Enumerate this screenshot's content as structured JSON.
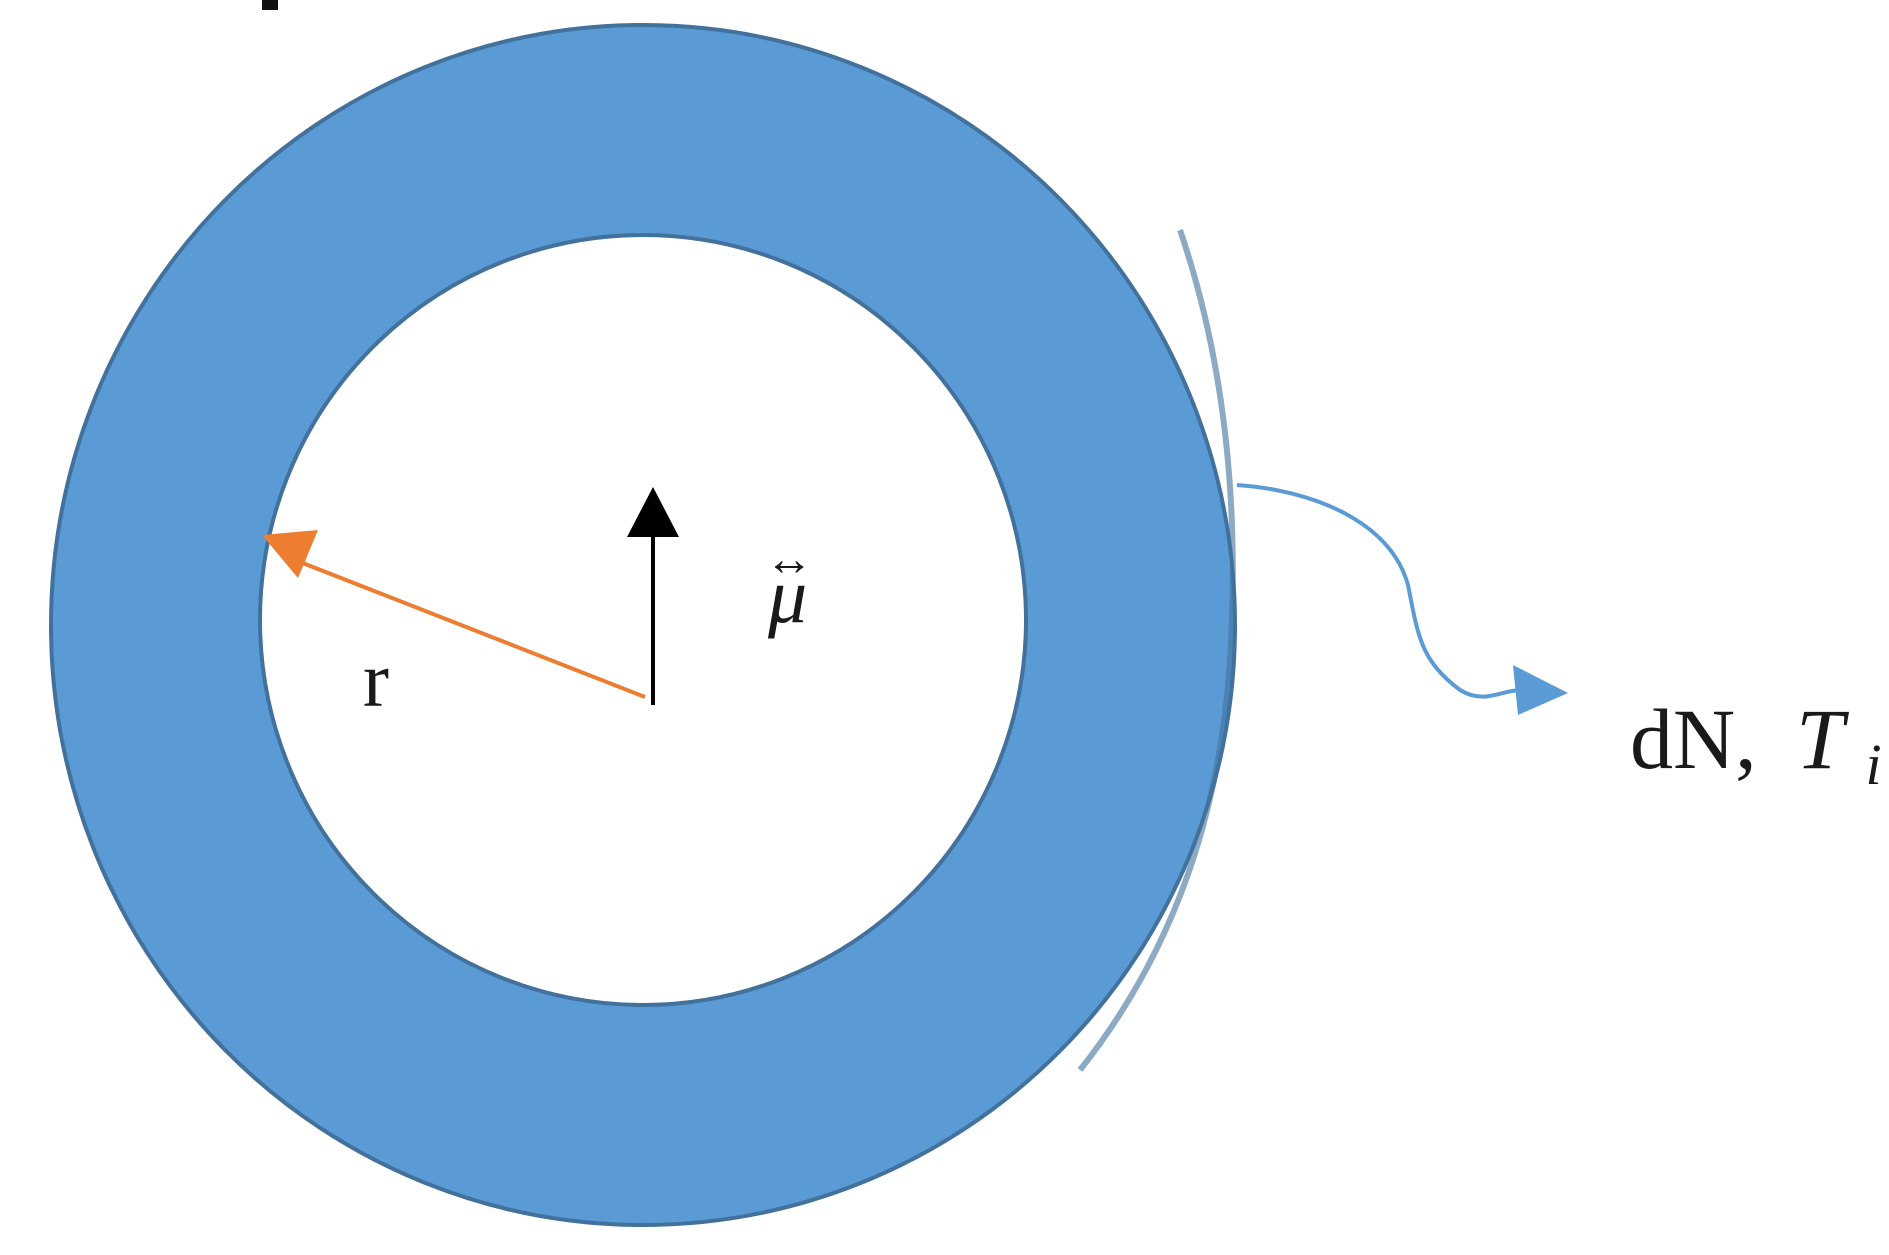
{
  "diagram": {
    "labels": {
      "radius": "r",
      "moment_symbol": "μ",
      "moment_accent": "↔",
      "output_main": "dN,",
      "output_temp_symbol": "T",
      "output_temp_subscript": "i"
    },
    "colors": {
      "shell_fill": "#5b9bd5",
      "shell_stroke": "#41719c",
      "core_fill": "#ffffff",
      "radius_arrow": "#ed7d31",
      "moment_arrow": "#000000",
      "emission_arrow": "#5b9bd5"
    }
  }
}
